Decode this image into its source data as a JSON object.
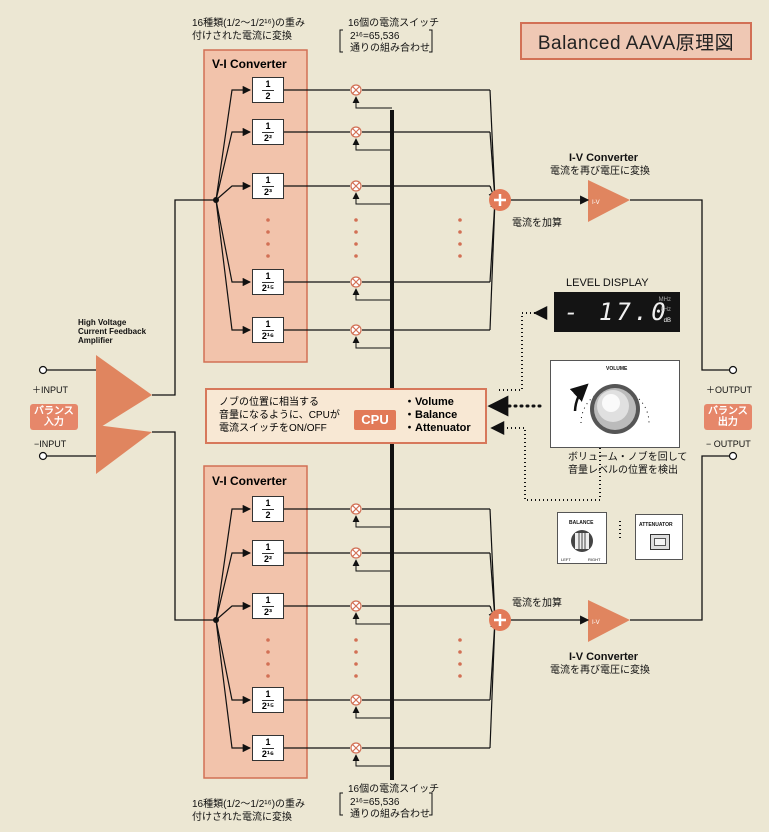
{
  "title": "Balanced AAVA原理図",
  "converter_label": "V-I Converter",
  "top_notes": {
    "weights_line1": "16種類(1/2〜1/2¹⁶)の重み",
    "weights_line2": "付けされた電流に変換",
    "switch_line1": "16個の電流スイッチ",
    "switch_line2": "2¹⁶=65,536",
    "switch_line3": "通りの組み合わせ"
  },
  "fractions": [
    "1/2",
    "1/2²",
    "1/2³",
    "1/2¹⁵",
    "1/2¹⁶"
  ],
  "fraction_den": [
    "2",
    "2²",
    "2³",
    "2¹⁵",
    "2¹⁶"
  ],
  "fraction_num": "1",
  "amp": {
    "line1": "High Voltage",
    "line2": "Current Feedback",
    "line3": "Amplifier"
  },
  "plus_input": "＋INPUT",
  "minus_input": "−INPUT",
  "balance_in": "バランス\n入力",
  "plus_output": "＋OUTPUT",
  "minus_output": "− OUTPUT",
  "balance_out": "バランス\n出力",
  "iv_converter": "I-V Converter",
  "iv_note": "電流を再び電圧に変換",
  "iv_chip": "I-V",
  "sum_note": "電流を加算",
  "level_display_label": "LEVEL DISPLAY",
  "level_value": "- 17.0",
  "level_units": {
    "mhz": "MHz",
    "khz": "kHz",
    "db": "dB"
  },
  "cpu": {
    "tag": "CPU",
    "desc1": "ノブの位置に相当する",
    "desc2": "音量になるように、CPUが",
    "desc3": "電流スイッチをON/OFF",
    "func1": "・Volume",
    "func2": "・Balance",
    "func3": "・Attenuator"
  },
  "volume_knob_label": "VOLUME",
  "knob_caption1": "ボリューム・ノブを回して",
  "knob_caption2": "音量レベルの位置を検出",
  "balance_knob": {
    "label": "BALANCE",
    "left": "LEFT",
    "right": "RIGHT"
  },
  "attenuator_label": "ATTENUATOR",
  "colors": {
    "background": "#ece7d3",
    "converter_fill": "#f2c3ab",
    "accent": "#e27a58",
    "triangle": "#e0855f"
  }
}
